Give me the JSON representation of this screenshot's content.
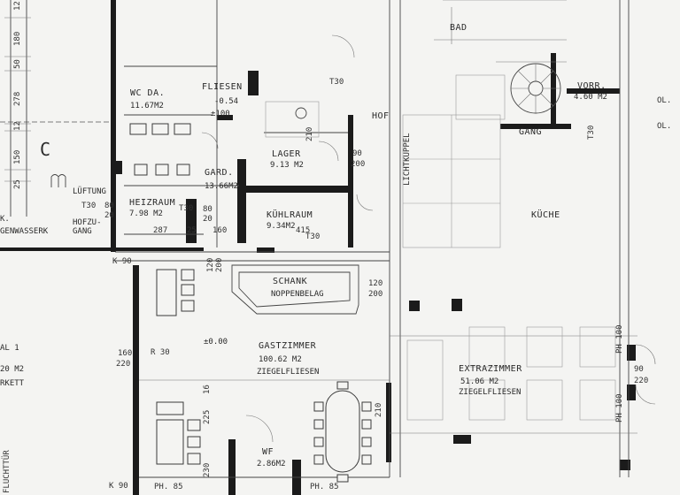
{
  "dimensions_left": [
    "12",
    "180",
    "50",
    "278",
    "12",
    "150",
    "25"
  ],
  "ceiling_mark": "C",
  "door_marks": [
    "T30",
    "T30",
    "T30",
    "T30",
    "T30"
  ],
  "rooms": {
    "bad": {
      "name": "BAD"
    },
    "wc": {
      "name": "WC DA.",
      "area": "11.67M2"
    },
    "fliesen": {
      "name": "FLIESEN",
      "level": "-0.54",
      "level2": "±100"
    },
    "hof": {
      "name": "HOF"
    },
    "vorr": {
      "name": "VORR.",
      "area": "4.60 M2"
    },
    "gang": {
      "name": "GANG"
    },
    "lager": {
      "name": "LAGER",
      "area": "9.13 M2"
    },
    "gard": {
      "name": "GARD.",
      "area": "13.66M2"
    },
    "lichtkuppel": {
      "name": "LICHTKUPPEL"
    },
    "lueftung": {
      "name": "LÜFTUNG"
    },
    "heizraum": {
      "name": "HEIZRAUM",
      "area": "7.98 M2"
    },
    "kuehlraum": {
      "name": "KÜHLRAUM",
      "area": "9.34M2"
    },
    "kueche": {
      "name": "KÜCHE"
    },
    "hofzugang": {
      "name1": "HOFZU-",
      "name2": "GANG"
    },
    "abwasser": {
      "name": "GENWASSERK"
    },
    "schank": {
      "name": "SCHANK",
      "floor": "NOPPENBELAG"
    },
    "gastzimmer": {
      "name": "GASTZIMMER",
      "area": "100.62 M2",
      "floor": "ZIEGELFLIESEN",
      "level": "±0.00"
    },
    "extrazimmer": {
      "name": "EXTRAZIMMER",
      "area": "51.06 M2",
      "floor": "ZIEGELFLIESEN"
    },
    "wf": {
      "name": "WF",
      "area": "2.86M2"
    },
    "left_partial": {
      "line1": "AL 1",
      "line2": "20 M2",
      "line3": "RKETT"
    }
  },
  "dimensions": {
    "d80a": "80",
    "d20a": "20",
    "d210": "210",
    "d90": "90",
    "d200": "200",
    "d25": "25",
    "d287": "287",
    "d160": "160",
    "d120": "120",
    "d200b": "200",
    "d16": "16",
    "d225": "225",
    "d230": "230",
    "d210b": "210",
    "d220": "220",
    "d160b": "160",
    "d90b": "90",
    "d220b": "220",
    "d120b": "120",
    "d200c": "200",
    "d80b": "80",
    "d20b": "20",
    "d415": "415"
  },
  "marks": {
    "k90a": "K 90",
    "k90b": "K 90",
    "r30": "R 30",
    "ol1": "OL.",
    "ol2": "OL.",
    "ph85a": "PH. 85",
    "ph85b": "PH. 85",
    "ph100a": "PH 100",
    "ph100b": "PH 100",
    "k": "K.",
    "fluchttur": "FLUCHTTÜR"
  }
}
